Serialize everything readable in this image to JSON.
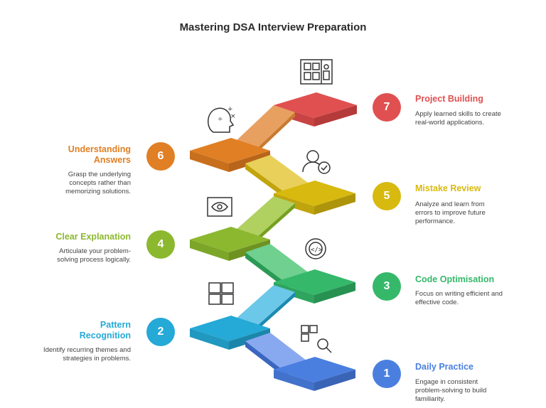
{
  "title": "Mastering DSA Interview Preparation",
  "steps": [
    {
      "number": "1",
      "label": "Daily Practice",
      "description": "Engage in consistent problem-solving to build familiarity.",
      "color": "#4a7fe0",
      "icon": "search-grid-icon"
    },
    {
      "number": "2",
      "label": "Pattern Recognition",
      "description": "Identify recurring themes and strategies in problems.",
      "color": "#25a9d6",
      "icon": "puzzle-icon"
    },
    {
      "number": "3",
      "label": "Code Optimisation",
      "description": "Focus on writing efficient and effective code.",
      "color": "#35b86a",
      "icon": "gear-code-icon"
    },
    {
      "number": "4",
      "label": "Clear Explanation",
      "description": "Articulate your problem-solving process logically.",
      "color": "#8cb82f",
      "icon": "eye-icon"
    },
    {
      "number": "5",
      "label": "Mistake Review",
      "description": "Analyze and learn from errors to improve future performance.",
      "color": "#d8b90f",
      "icon": "person-check-icon"
    },
    {
      "number": "6",
      "label": "Understanding Answers",
      "description": "Grasp the underlying concepts rather than memorizing solutions.",
      "color": "#e07f24",
      "icon": "head-math-icon"
    },
    {
      "number": "7",
      "label": "Project Building",
      "description": "Apply learned skills to create real-world applications.",
      "color": "#e05050",
      "icon": "building-icon"
    }
  ]
}
